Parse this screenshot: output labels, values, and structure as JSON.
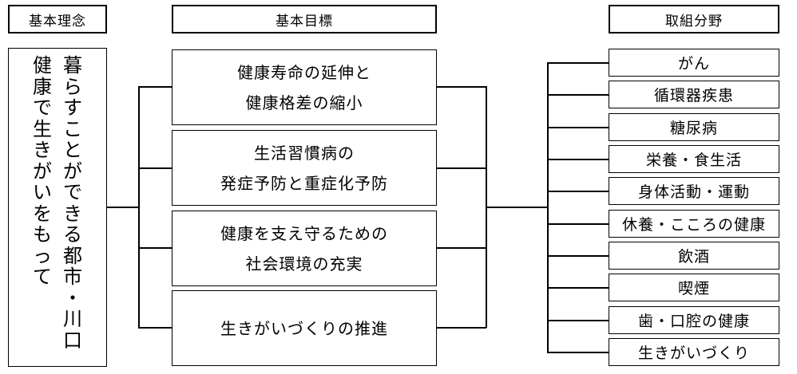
{
  "headers": {
    "philosophy": "基本理念",
    "goals": "基本目標",
    "areas": "取組分野"
  },
  "philosophy": {
    "col1": "暮らすことができる都市・川口",
    "col2": "健康で生きがいをもって"
  },
  "goals": [
    {
      "line1": "健康寿命の延伸と",
      "line2": "健康格差の縮小"
    },
    {
      "line1": "生活習慣病の",
      "line2": "発症予防と重症化予防"
    },
    {
      "line1": "健康を支え守るための",
      "line2": "社会環境の充実"
    },
    {
      "line1": "生きがいづくりの推進",
      "line2": ""
    }
  ],
  "areas": [
    "がん",
    "循環器疾患",
    "糖尿病",
    "栄養・食生活",
    "身体活動・運動",
    "休養・こころの健康",
    "飲酒",
    "喫煙",
    "歯・口腔の健康",
    "生きがいづくり"
  ]
}
